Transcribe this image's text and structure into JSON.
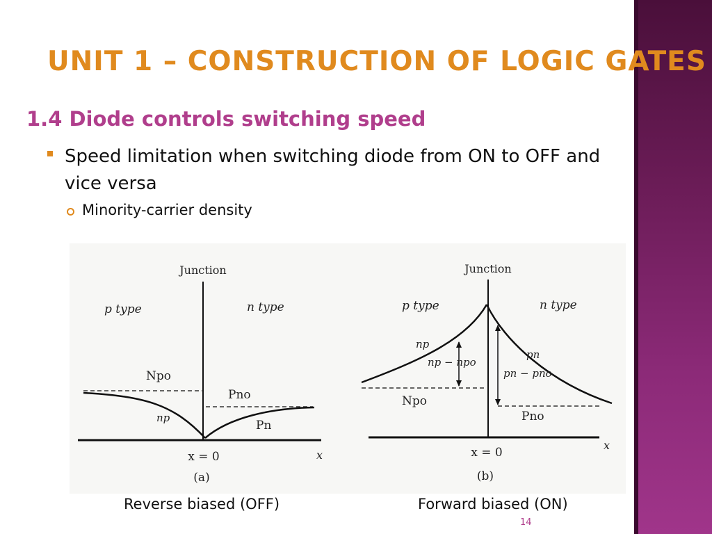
{
  "slide": {
    "title": "UNIT 1 – CONSTRUCTION OF LOGIC GATES",
    "subheading": "1.4 Diode controls switching speed",
    "bullet_1": "Speed limitation when switching diode from ON to OFF and vice versa",
    "bullet_2": "Minority-carrier density",
    "caption_a": "Reverse biased (OFF)",
    "caption_b": "Forward biased (ON)",
    "page_number": "14",
    "accent_color": "#e08a1e",
    "subheading_color": "#b03e8c",
    "side_band_color": "#6b1c57"
  },
  "diagram_a": {
    "junction": "Junction",
    "p_type": "p type",
    "n_type": "n type",
    "npo": "Npo",
    "np": "np",
    "pno": "Pno",
    "pn": "Pn",
    "x0": "x = 0",
    "x": "x",
    "tag": "(a)"
  },
  "diagram_b": {
    "junction": "Junction",
    "p_type": "p type",
    "n_type": "n type",
    "np": "np",
    "np_minus": "np − npo",
    "pn_minus": "pn − pno",
    "pn": "pn",
    "npo": "Npo",
    "pno": "Pno",
    "x0": "x = 0",
    "x": "x",
    "tag": "(b)"
  }
}
